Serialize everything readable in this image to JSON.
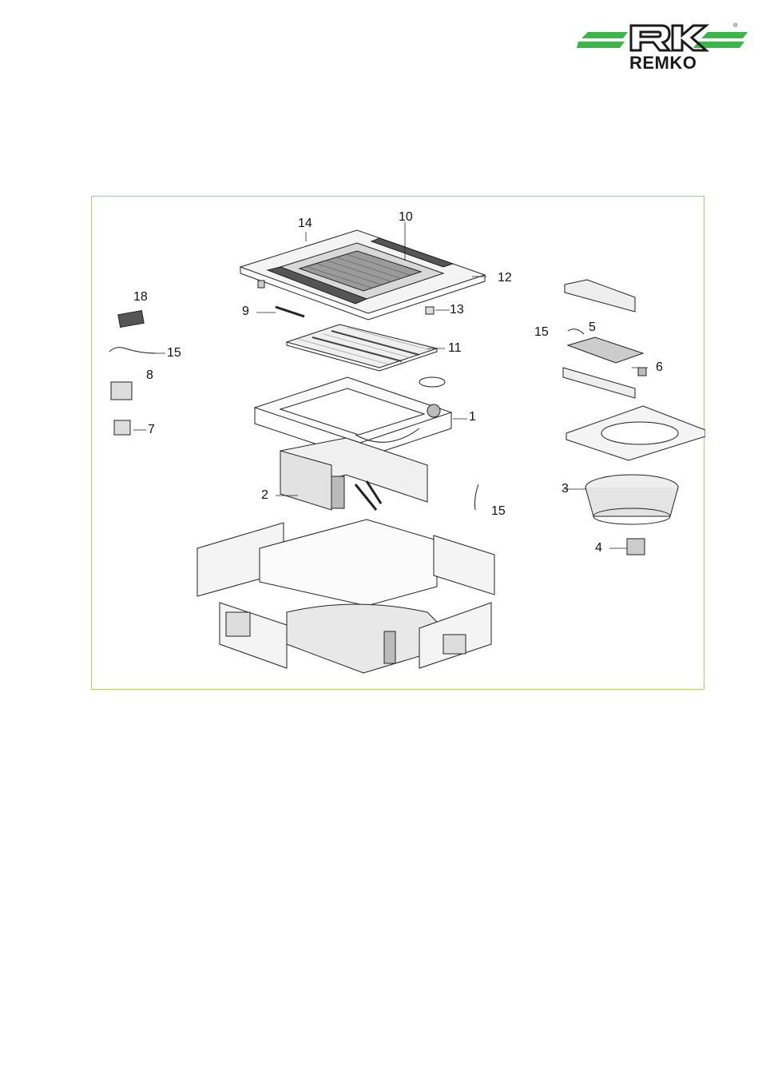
{
  "brand": {
    "name": "REMKO",
    "registered_mark": "®",
    "colors": {
      "green_bar": "#3cb54a",
      "frame_border": "#a8cf6a",
      "ink": "#1a1a1a"
    }
  },
  "diagram": {
    "type": "exploded-parts-view",
    "callouts": [
      "1",
      "2",
      "3",
      "4",
      "5",
      "6",
      "7",
      "8",
      "9",
      "10",
      "11",
      "12",
      "13",
      "14",
      "15",
      "15",
      "15",
      "18"
    ]
  }
}
